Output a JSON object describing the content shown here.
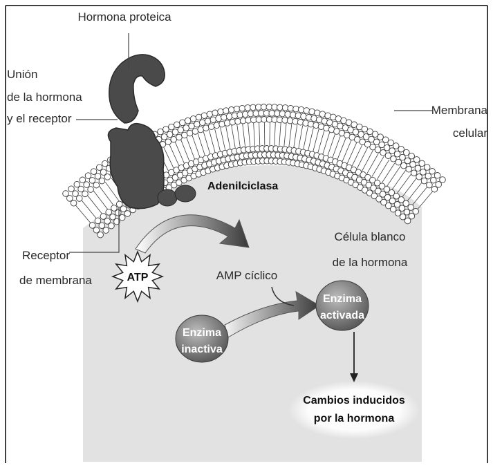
{
  "labels": {
    "hormona_proteica": "Hormona proteica",
    "union_line1": "Unión",
    "union_line2": "de la hormona",
    "union_line3": "y el receptor",
    "membrana_line1": "Membrana",
    "membrana_line2": "celular",
    "adenilciclasa": "Adenilciclasa",
    "receptor_line1": "Receptor",
    "receptor_line2": "de membrana",
    "celula_line1": "Célula blanco",
    "celula_line2": "de la hormona",
    "atp": "ATP",
    "amp": "AMP cíclico",
    "enzima_inactiva_line1": "Enzima",
    "enzima_inactiva_line2": "inactiva",
    "enzima_activada_line1": "Enzima",
    "enzima_activada_line2": "activada",
    "cambios_line1": "Cambios inducidos",
    "cambios_line2": "por la hormona"
  },
  "colors": {
    "cell_interior": "#e2e2e2",
    "membrane_head": "#ffffff",
    "membrane_outline": "#3a3a3a",
    "protein": "#4a4a4a",
    "enzyme": "#7a7a7a",
    "arrow": "#3c3c3c"
  }
}
